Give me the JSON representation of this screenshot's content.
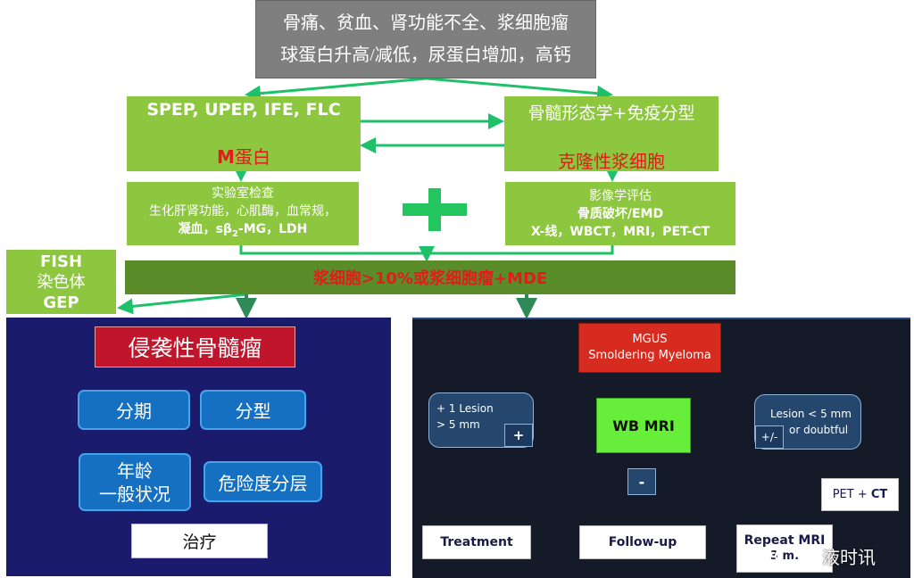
{
  "top_box": {
    "line1": "骨痛、贫血、肾功能不全、浆细胞瘤",
    "line2": "球蛋白升高/减低，尿蛋白增加，高钙"
  },
  "left_test_box": {
    "title": "SPEP, UPEP, IFE, FLC",
    "result_prefix": "M",
    "result_rest": "蛋白"
  },
  "right_test_box": {
    "title": "骨髓形态学+免疫分型",
    "result": "克隆性浆细胞"
  },
  "lab_box": {
    "title": "实验室检查",
    "line1": "生化肝肾功能，心肌酶，血常规，",
    "line2_a": "凝血，sβ",
    "line2_sub": "2",
    "line2_b": "-MG，LDH"
  },
  "imaging_box": {
    "title": "影像学评估",
    "line1": "骨质破坏/EMD",
    "line2": "X-线，WBCT，MRI，PET-CT"
  },
  "plus_symbol": "+",
  "fish_box": {
    "line1": "FISH",
    "line2": "染色体",
    "line3": "GEP"
  },
  "criteria_bar": "浆细胞>10%或浆细胞瘤+MDE",
  "left_panel": {
    "title": "侵袭性骨髓瘤",
    "staging": "分期",
    "typing": "分型",
    "age_line1": "年龄",
    "age_line2": "一般状况",
    "risk": "危险度分层",
    "treatment": "治疗"
  },
  "right_panel": {
    "mgus_line1": "MGUS",
    "mgus_line2": "Smoldering Myeloma",
    "wbmri": "WB MRI",
    "lesion_left_line1": "+ 1 Lesion",
    "lesion_left_line2": "> 5 mm",
    "lesion_left_sign": "+",
    "minus_sign": "-",
    "lesion_right_line1": "Lesion < 5 mm",
    "lesion_right_line2": "or doubtful",
    "lesion_right_sign": "+/-",
    "pet_prefix": "PET + ",
    "pet_ct": "CT",
    "treatment": "Treatment",
    "followup": "Follow-up",
    "repeat_line1": "Repeat MRI",
    "repeat_line2": "3 m."
  },
  "watermark": "液时讯",
  "colors": {
    "green": "#8dc63f",
    "dark_green": "#5b8c2a",
    "teal_arrow": "#1ec06a",
    "red": "#e31b1b",
    "navy": "#1b1b6e",
    "dark_panel": "#151a28",
    "blue_button": "#1670c2",
    "yellow_arrow": "#f3e600"
  }
}
